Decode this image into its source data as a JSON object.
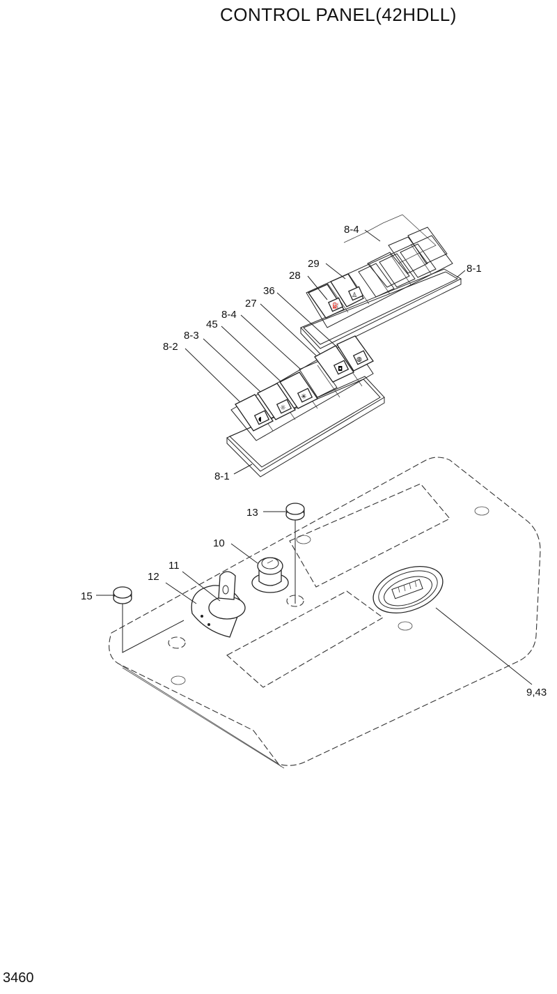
{
  "title": "CONTROL PANEL(42HDLL)",
  "page_number": "3460",
  "callouts": {
    "c8_4_top": "8-4",
    "c29": "29",
    "c28": "28",
    "c8_1_right": "8-1",
    "c36": "36",
    "c27": "27",
    "c8_4_mid": "8-4",
    "c45": "45",
    "c8_3": "8-3",
    "c8_2": "8-2",
    "c8_1_bottom": "8-1",
    "c13": "13",
    "c10": "10",
    "c11": "11",
    "c12": "12",
    "c15": "15",
    "c9_43": "9,43"
  },
  "icons": {
    "upper_switch_28": "fuel-gauge-icon",
    "upper_switch_29": "seat-icon",
    "mid_switch_27": "wiper-icon",
    "mid_switch_36": "washer-icon",
    "lower_switch_82": "work-light-icon",
    "lower_switch_83": "sun-light-icon",
    "lower_switch_45": "snowflake-icon"
  }
}
